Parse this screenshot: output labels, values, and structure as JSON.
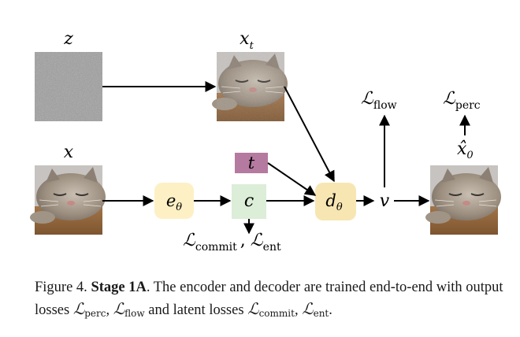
{
  "diagram": {
    "labels": {
      "z": "z",
      "x_t": "x",
      "x_t_sub": "t",
      "x": "x",
      "e_theta": "e",
      "e_theta_sub": "θ",
      "c": "c",
      "t": "t",
      "d_theta": "d",
      "d_theta_sub": "θ",
      "v": "v",
      "x0_hat": "x̂",
      "x0_hat_sub": "0",
      "loss_symbol": "ℒ",
      "loss_flow_sub": "flow",
      "loss_perc_sub": "perc",
      "loss_commit_sub": "commit",
      "loss_ent_sub": "ent",
      "comma": ","
    },
    "colors": {
      "encoder_fill": "#fdf0c4",
      "latent_fill": "#dcedd8",
      "timestep_fill": "#b57aa0",
      "decoder_fill": "#f7e6b2",
      "noise": "#9a9a9a",
      "arrow": "#000000"
    },
    "images": {
      "noise_image": "noise-image",
      "noisy_cat": "noisy-cat-image",
      "input_cat": "cat-image",
      "output_cat": "reconstructed-cat-image"
    }
  },
  "caption": {
    "prefix": "Figure 4.",
    "title": "Stage 1A",
    "text_1": ". The encoder and decoder are trained end-to-end with output losses",
    "loss_symbol": "ℒ",
    "perc_sub": "perc",
    "sep_1": ",",
    "flow_sub": "flow",
    "text_2": "and latent losses",
    "commit_sub": "commit",
    "sep_2": ",",
    "ent_sub": "ent",
    "end": "."
  }
}
